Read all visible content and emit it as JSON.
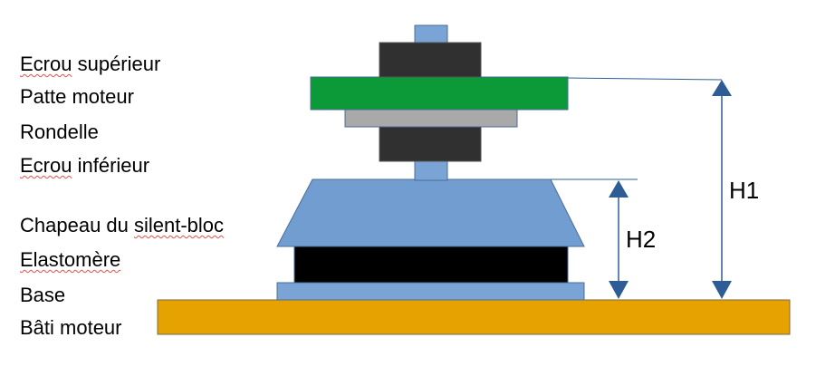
{
  "labels": {
    "ecrou_superieur_word1": "Ecrou",
    "ecrou_superieur_word2": " supérieur",
    "patte_moteur": "Patte moteur",
    "rondelle": "Rondelle",
    "ecrou_inferieur_word1": "Ecrou",
    "ecrou_inferieur_word2": " inférieur",
    "chapeau_word1": "Chapeau du ",
    "chapeau_word2": "silent-bloc",
    "elastomere": "Elastomère",
    "base": "Base",
    "bati_moteur": "Bâti moteur"
  },
  "dimensions": {
    "h1": "H1",
    "h2": "H2"
  },
  "colors": {
    "stud_blue": "#7aa4d6",
    "nut_dark": "#303030",
    "bracket_green": "#0c9a38",
    "washer_grey": "#a9a9a9",
    "cap_blue": "#719dd0",
    "elastomer_black": "#000000",
    "base_blue": "#7aa4d6",
    "frame_orange": "#e6a200",
    "arrow_blue": "#2e5d96"
  }
}
